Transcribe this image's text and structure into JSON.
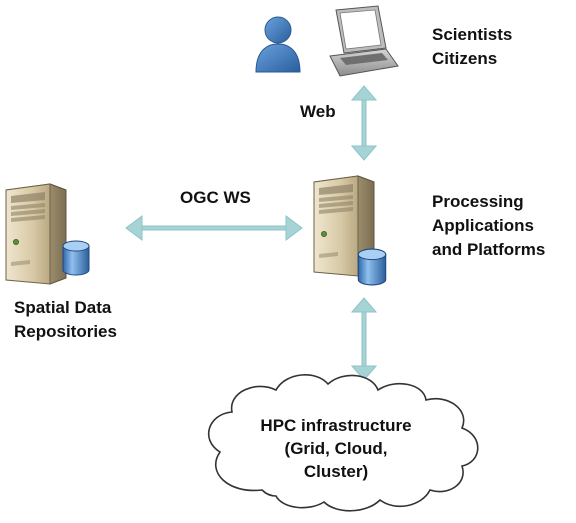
{
  "users": {
    "line1": "Scientists",
    "line2": "Citizens"
  },
  "links": {
    "web": "Web",
    "ogc": "OGC WS"
  },
  "processing": {
    "line1": "Processing",
    "line2": "Applications",
    "line3": "and Platforms"
  },
  "repositories": {
    "line1": "Spatial Data",
    "line2": "Repositories"
  },
  "hpc": {
    "line1": "HPC infrastructure",
    "line2": "(Grid, Cloud,",
    "line3": "Cluster)"
  },
  "colors": {
    "arrow": "#a6d4d6",
    "server_body": "#d9cba8",
    "cloud_fill": "#ffffff",
    "cloud_stroke": "#333333",
    "person": "#3d78b8"
  }
}
